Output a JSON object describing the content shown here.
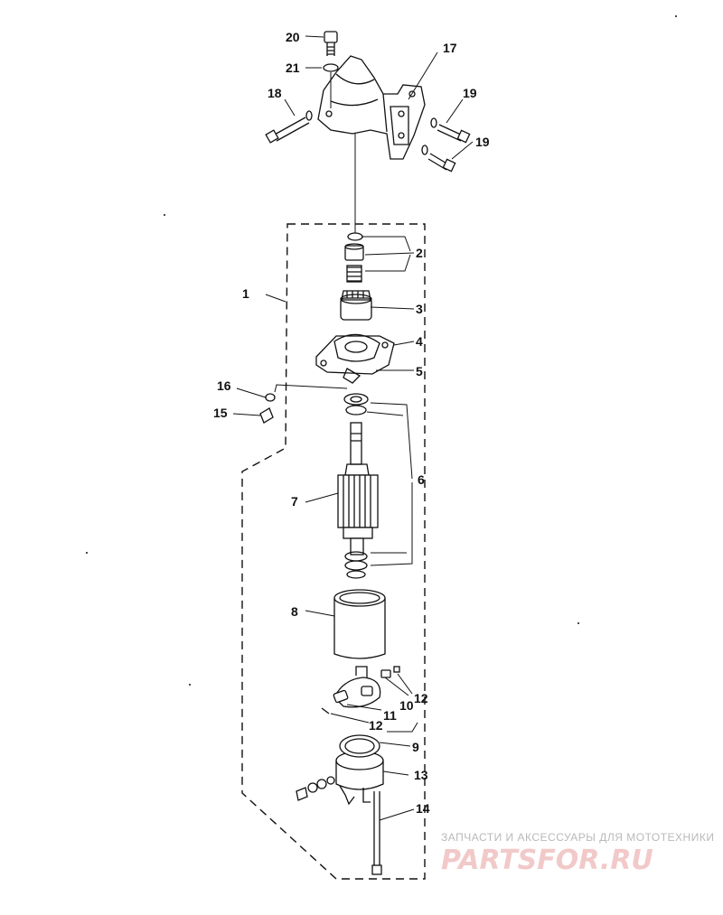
{
  "diagram": {
    "callouts": {
      "c1": "1",
      "c2": "2",
      "c3": "3",
      "c4": "4",
      "c5": "5",
      "c6": "6",
      "c7": "7",
      "c8": "8",
      "c9": "9",
      "c10": "10",
      "c11": "11",
      "c12a": "12",
      "c12b": "12",
      "c13": "13",
      "c14": "14",
      "c15": "15",
      "c16": "16",
      "c17": "17",
      "c18": "18",
      "c19a": "19",
      "c19b": "19",
      "c20": "20",
      "c21": "21"
    },
    "colors": {
      "ink": "#111111",
      "watermark_text": "#b9b9b9",
      "watermark_logo": "#f2c9c9"
    }
  },
  "watermark": {
    "tagline": "ЗАПЧАСТИ И АКСЕССУАРЫ ДЛЯ МОТОТЕХНИКИ",
    "logo": "PARTSFOR.RU"
  }
}
